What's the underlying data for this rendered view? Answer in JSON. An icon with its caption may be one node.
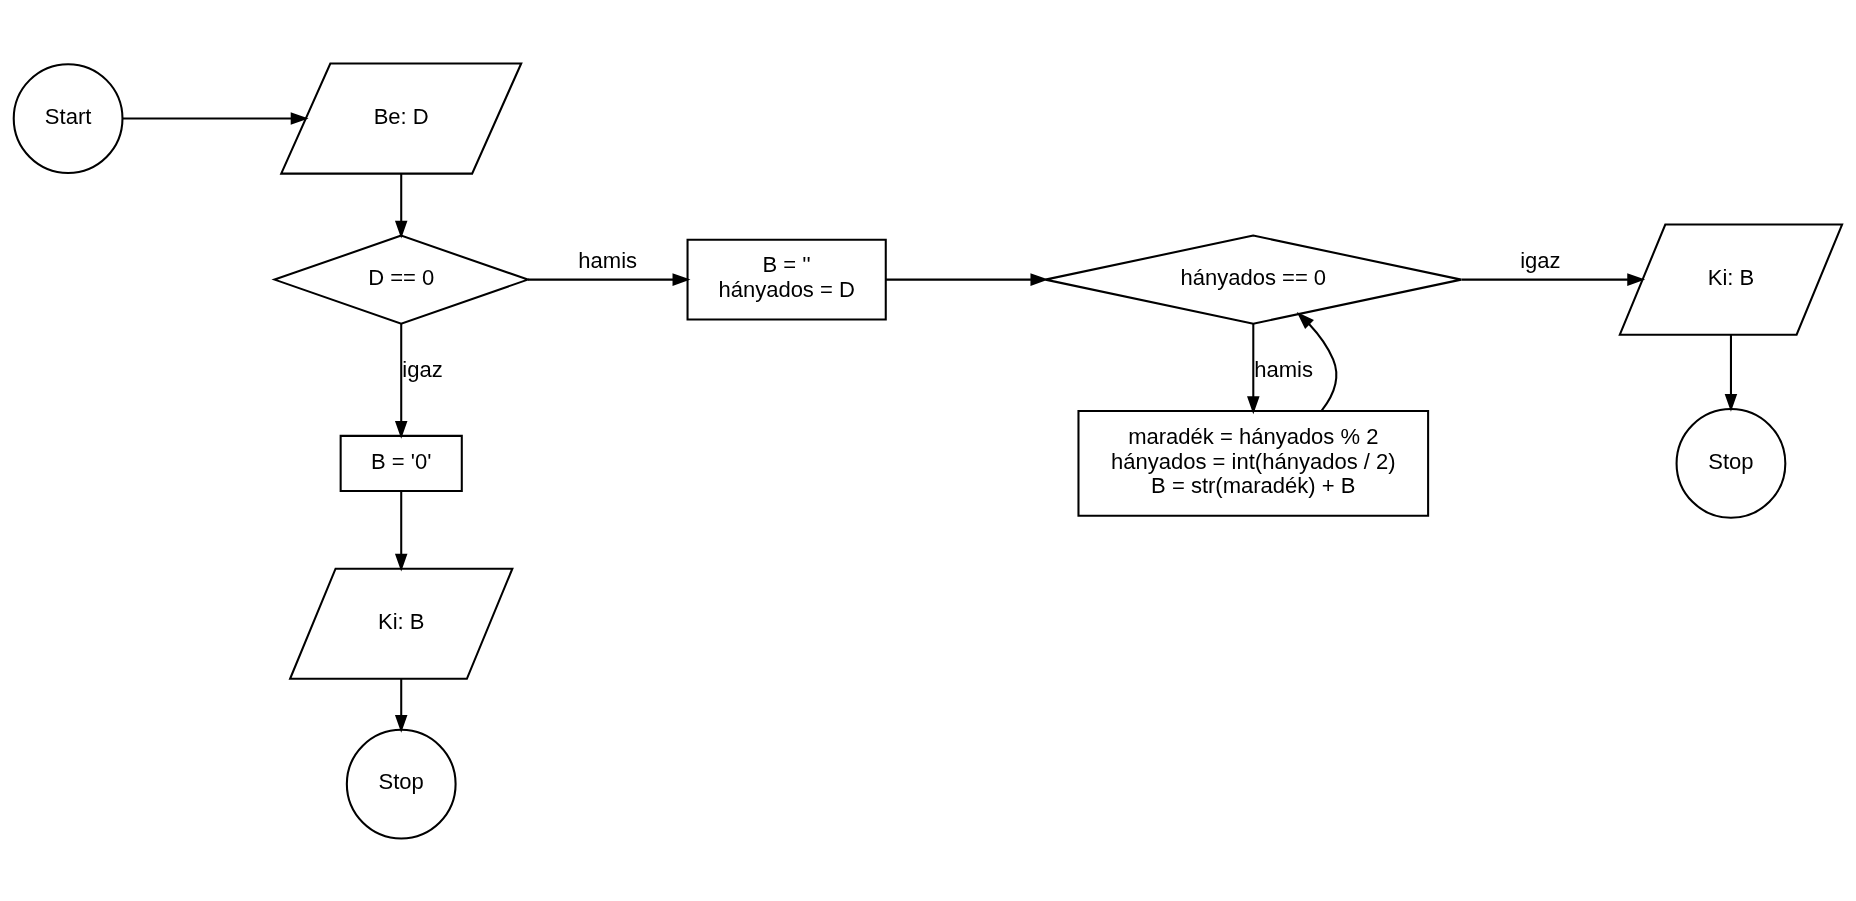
{
  "diagram": {
    "nodes": [
      {
        "text": [
          "Start"
        ]
      },
      {
        "text": [
          "Be: D"
        ]
      },
      {
        "text": [
          "D == 0"
        ]
      },
      {
        "text": [
          "B = '0'"
        ]
      },
      {
        "text": [
          "Ki: B"
        ]
      },
      {
        "text": [
          "Stop"
        ]
      },
      {
        "text": [
          "B = ''",
          "hányados = D"
        ]
      },
      {
        "text": [
          "hányados == 0"
        ]
      },
      {
        "text": [
          "Ki: B"
        ]
      },
      {
        "text": [
          "Stop"
        ]
      },
      {
        "text": [
          "maradék = hányados % 2",
          "hányados = int(hányados / 2)",
          "B = str(maradék) + B"
        ]
      }
    ],
    "edges": [
      {
        "from": 0,
        "to": 1,
        "arrow": "to"
      },
      {
        "from": 1,
        "to": 2,
        "arrow": "to"
      },
      {
        "from": 2,
        "to": 6,
        "arrow": "to",
        "label": "hamis"
      },
      {
        "from": 2,
        "to": 3,
        "arrow": "to",
        "label": "igaz"
      },
      {
        "from": 3,
        "to": 4,
        "arrow": "to"
      },
      {
        "from": 4,
        "to": 5,
        "arrow": "to"
      },
      {
        "from": 6,
        "to": 7,
        "arrow": "to"
      },
      {
        "from": 7,
        "to": 8,
        "arrow": "to",
        "label": "igaz"
      },
      {
        "from": 7,
        "to": 10,
        "arrow": "to",
        "label": "hamis"
      },
      {
        "from": 10,
        "to": 7,
        "arrow": "to"
      },
      {
        "from": 8,
        "to": 9,
        "arrow": "to"
      }
    ]
  }
}
